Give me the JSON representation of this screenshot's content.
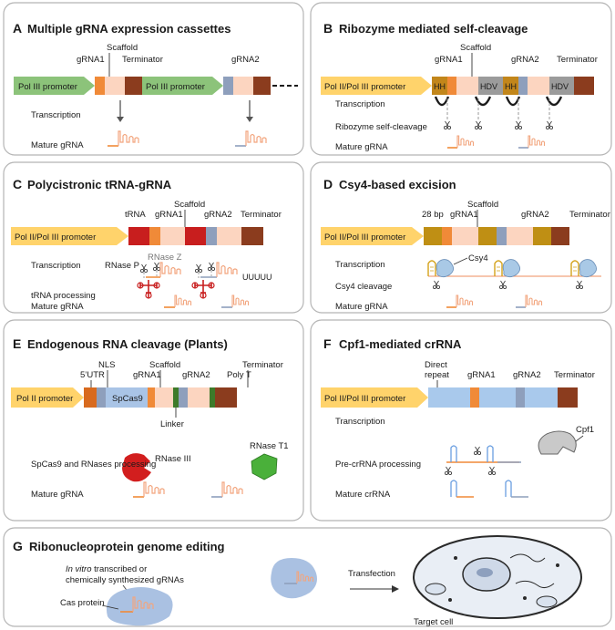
{
  "colors": {
    "panel_border": "#b5b5b5",
    "pol3": "#8cc37a",
    "pol2": "#ffd36b",
    "gRNA1": "#f08a38",
    "gRNA2": "#8e9fbc",
    "scaffold": "#fcd5c0",
    "terminator": "#8b3c1e",
    "hh": "#c2861a",
    "hdv": "#9b9b9b",
    "trna": "#c81e1e",
    "csy4_site": "#bf8f14",
    "cas9": "#a9c4e6",
    "linker": "#3d7a2a",
    "direct_repeat": "#a9c9ec",
    "rnase3": "#d21e1e",
    "rnaseT1": "#4ab03a",
    "cas_protein": "#aac1e2",
    "cpf1": "#c9c9c9"
  },
  "A": {
    "letter": "A",
    "title": "Multiple gRNA expression cassettes",
    "promoter1": "Pol III promoter",
    "promoter2": "Pol III promoter",
    "gRNA1": "gRNA1",
    "scaffold": "Scaffold",
    "terminator": "Terminator",
    "gRNA2": "gRNA2",
    "row_transcription": "Transcription",
    "row_mature": "Mature gRNA"
  },
  "B": {
    "letter": "B",
    "title": "Ribozyme mediated self-cleavage",
    "promoter": "Pol II/Pol III promoter",
    "gRNA1": "gRNA1",
    "scaffold": "Scaffold",
    "gRNA2": "gRNA2",
    "terminator": "Terminator",
    "hh": "HH",
    "hdv": "HDV",
    "row_transcription": "Transcription",
    "row_cleavage": "Ribozyme self-cleavage",
    "row_mature": "Mature gRNA"
  },
  "C": {
    "letter": "C",
    "title": "Polycistronic tRNA-gRNA",
    "promoter": "Pol II/Pol III promoter",
    "trna": "tRNA",
    "gRNA1": "gRNA1",
    "scaffold": "Scaffold",
    "gRNA2": "gRNA2",
    "terminator": "Terminator",
    "rnase_p": "RNase P",
    "rnase_z": "RNase Z",
    "polyu": "UUUUU",
    "row_transcription": "Transcription",
    "row_processing": "tRNA processing",
    "row_mature": "Mature gRNA"
  },
  "D": {
    "letter": "D",
    "title": "Csy4-based excision",
    "promoter": "Pol II/Pol III promoter",
    "bp28": "28 bp",
    "gRNA1": "gRNA1",
    "scaffold": "Scaffold",
    "gRNA2": "gRNA2",
    "terminator": "Terminator",
    "csy4": "Csy4",
    "row_transcription": "Transcription",
    "row_cleavage": "Csy4 cleavage",
    "row_mature": "Mature gRNA"
  },
  "E": {
    "letter": "E",
    "title": "Endogenous RNA cleavage (Plants)",
    "promoter": "Pol II promoter",
    "utr": "5’UTR",
    "nls": "NLS",
    "cas9": "SpCas9",
    "gRNA1": "gRNA1",
    "scaffold": "Scaffold",
    "gRNA2": "gRNA2",
    "polyt": "Poly T",
    "terminator": "Terminator",
    "linker": "Linker",
    "rnase3": "RNase III",
    "rnaseT1": "RNase T1",
    "row_processing": "SpCas9 and RNases processing",
    "row_mature": "Mature gRNA"
  },
  "F": {
    "letter": "F",
    "title": "Cpf1-mediated crRNA",
    "promoter": "Pol II/Pol III promoter",
    "direct": "Direct",
    "repeat": "repeat",
    "gRNA1": "gRNA1",
    "gRNA2": "gRNA2",
    "terminator": "Terminator",
    "cpf1": "Cpf1",
    "row_transcription": "Transcription",
    "row_processing": "Pre-crRNA processing",
    "row_mature": "Mature crRNA"
  },
  "G": {
    "letter": "G",
    "title": "Ribonucleoprotein genome editing",
    "invitro_italic": "In vitro",
    "invitro_rest": " transcribed or",
    "chem": "chemically synthesized gRNAs",
    "cas": "Cas protein",
    "transfection": "Transfection",
    "target": "Target cell"
  }
}
